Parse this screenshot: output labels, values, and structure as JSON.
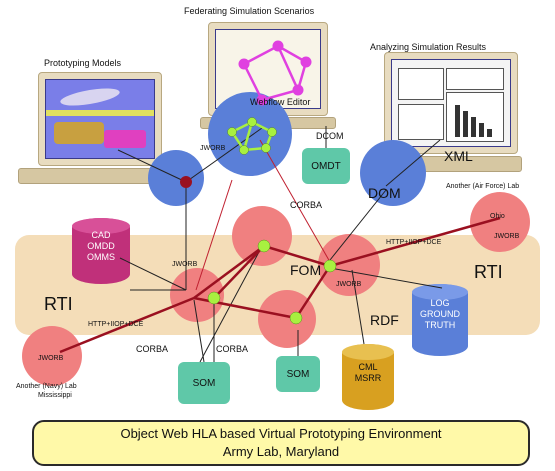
{
  "titles": {
    "top": "Federating Simulation Scenarios",
    "left_monitor": "Prototyping Models",
    "right_monitor": "Analyzing Simulation Results",
    "webflow": "Webflow Editor"
  },
  "labels": {
    "dcom": "DCOM",
    "omdt": "OMDT",
    "xml": "XML",
    "jworb_top": "JWORB",
    "corba_mid": "CORBA",
    "dom": "DOM",
    "fom": "FOM",
    "rdf": "RDF",
    "rti_left": "RTI",
    "rti_right": "RTI",
    "jworb_left": "JWORB",
    "jworb_right": "JWORB",
    "jworb_navy": "JWORB",
    "jworb_af": "JWORB",
    "http_left": "HTTP+IIOP+DCE",
    "http_right": "HTTP+IIOP+DCE",
    "corba_left": "CORBA",
    "corba_right": "CORBA",
    "navy_lab": "Another (Navy) Lab",
    "navy_state": "Mississippi",
    "af_lab": "Another (Air Force) Lab",
    "af_state": "Ohio"
  },
  "db": {
    "cad": [
      "CAD",
      "OMDD",
      "OMMS"
    ],
    "log": [
      "LOG",
      "GROUND",
      "TRUTH"
    ],
    "cml": [
      "CML",
      "MSRR"
    ]
  },
  "boxes": {
    "som_left": "SOM",
    "som_right": "SOM"
  },
  "footer": {
    "line1": "Object Web HLA based Virtual Prototyping Environment",
    "line2": "Army Lab, Maryland"
  },
  "colors": {
    "rti_band": "#f4ddb8",
    "jworb_circle": "#f08080",
    "blue_circle": "#5a7fd8",
    "green_node": "#a8f040",
    "magenta_node": "#e040e0",
    "teal_box": "#5fc8a8",
    "magenta_db": "#c0307a",
    "blue_db": "#5a7fd8",
    "gold_db": "#d8a020",
    "link_dark": "#9a1020",
    "footer_fill": "#fff9a8"
  }
}
